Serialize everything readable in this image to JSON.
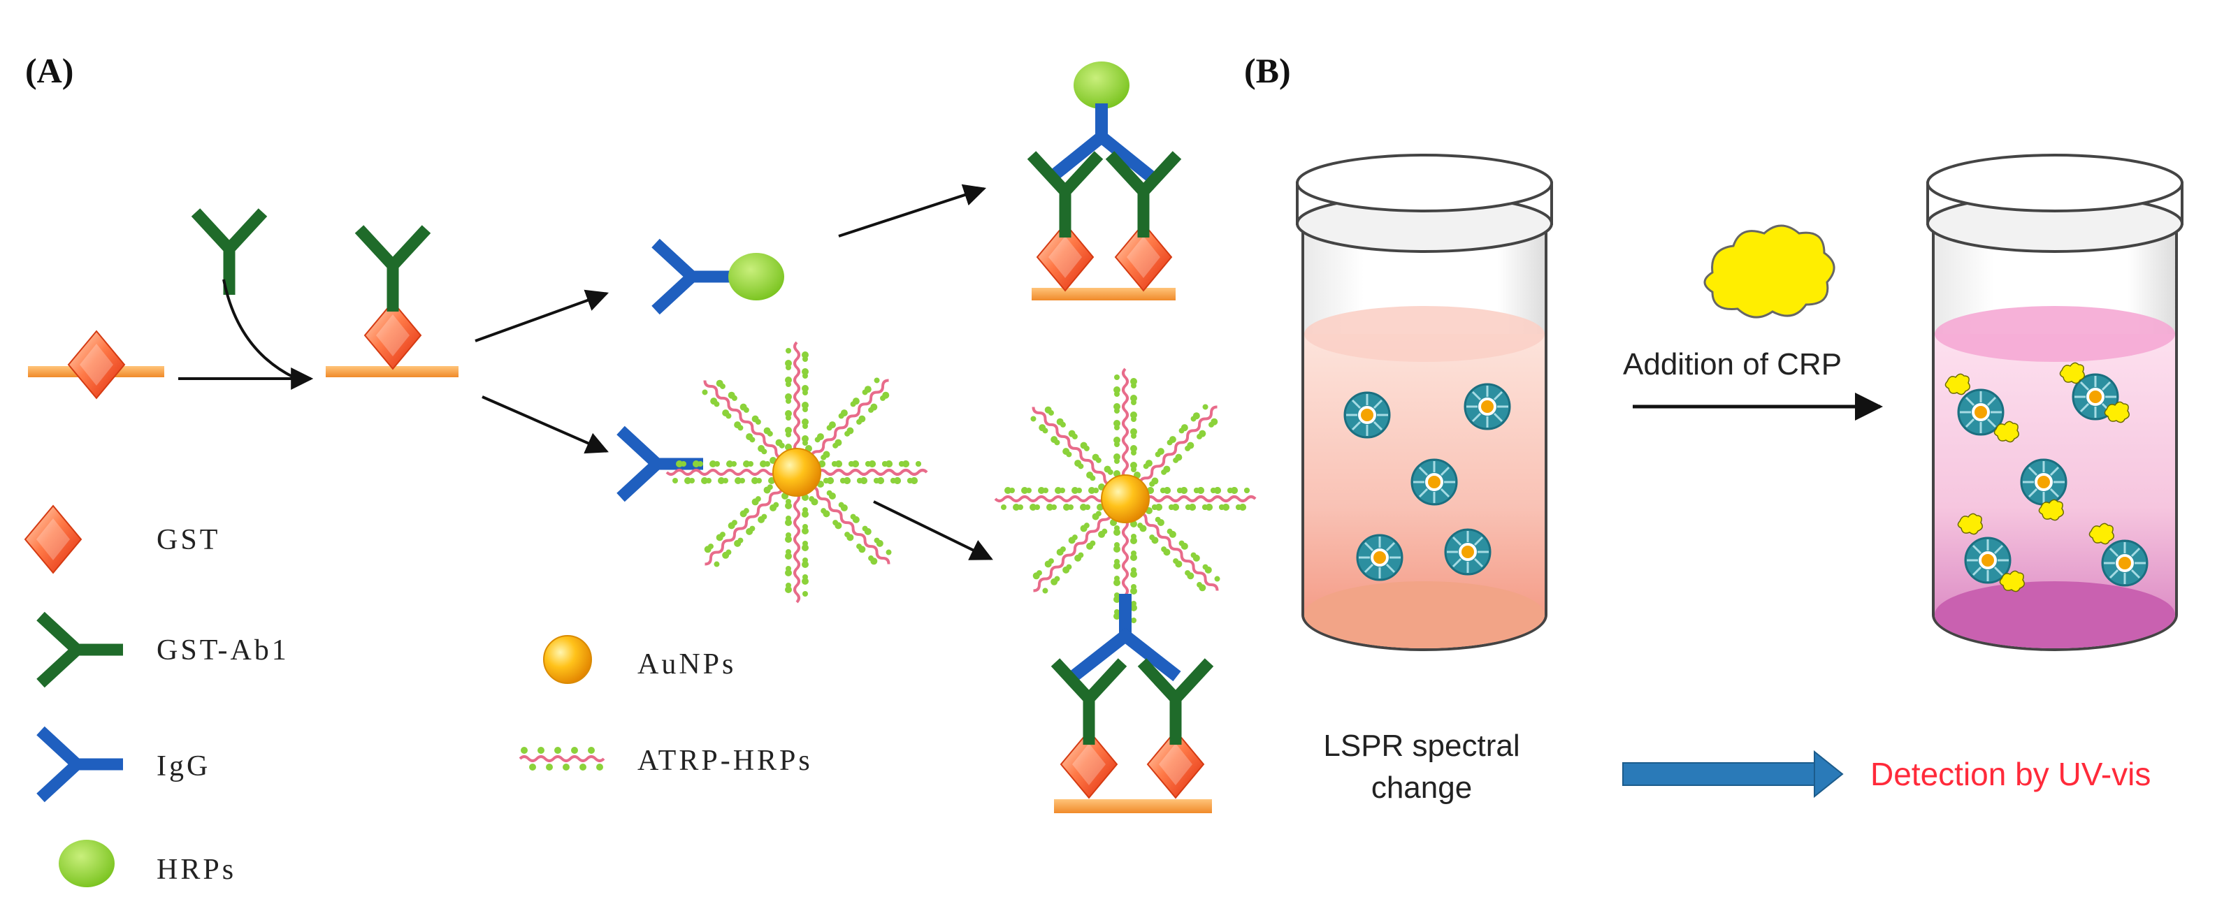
{
  "panel_a": {
    "label": "(A)",
    "legend": {
      "gst": "GST",
      "gst_ab1": "GST-Ab1",
      "igg": "IgG",
      "hrps": "HRPs",
      "aunps": "AuNPs",
      "atrp_hrps": "ATRP-HRPs"
    }
  },
  "panel_b": {
    "label": "(B)",
    "arrow_label": "Addition of CRP",
    "lspr_line1": "LSPR spectral",
    "lspr_line2": "change",
    "detection": "Detection by UV-vis"
  },
  "colors": {
    "gst": "#ff6a3d",
    "gst_ab1": "#1f6b2a",
    "igg": "#1f5fbf",
    "hrp": "#8fd12e",
    "aunp": "#f5a300",
    "surface": "#f4a04a",
    "polymer_red": "#e86b8a",
    "polymer_green": "#8bd23a",
    "vial_liquid_a": "#f6b1a3",
    "vial_liquid_b": "#e07fc2",
    "detection_arrow": "#2a7ab8",
    "crp": "#ffee00"
  }
}
